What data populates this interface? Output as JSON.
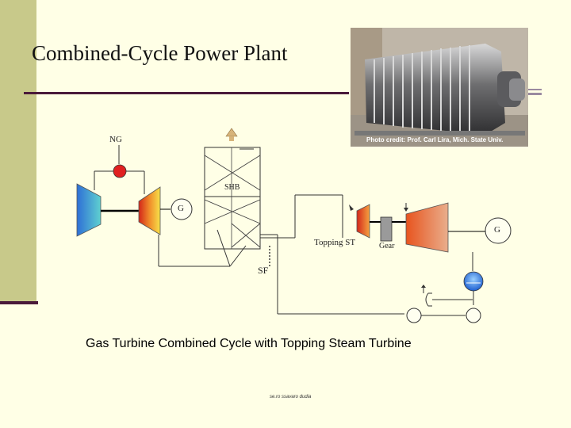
{
  "slide": {
    "title": "Combined-Cycle Power Plant",
    "photo_credit": "Photo credit: Prof. Carl Lira, Mich. State Univ.",
    "caption": "Gas Turbine Combined Cycle with Topping Steam Turbine",
    "footer": "se.ro ssavaro dudia"
  },
  "diagram": {
    "labels": {
      "ng": "NG",
      "generator_left": "G",
      "shb": "SHB",
      "sf": "SF",
      "topping_st": "Topping ST",
      "gear": "Gear",
      "generator_right": "G"
    }
  },
  "colors": {
    "background": "#ffffe6",
    "accent_bar": "#c8c98a",
    "rule": "#4a1a3a",
    "compressor": "#3fb6cf",
    "turbine_hot": "#d42a1c",
    "steam_turbine": "#f08a3a"
  }
}
